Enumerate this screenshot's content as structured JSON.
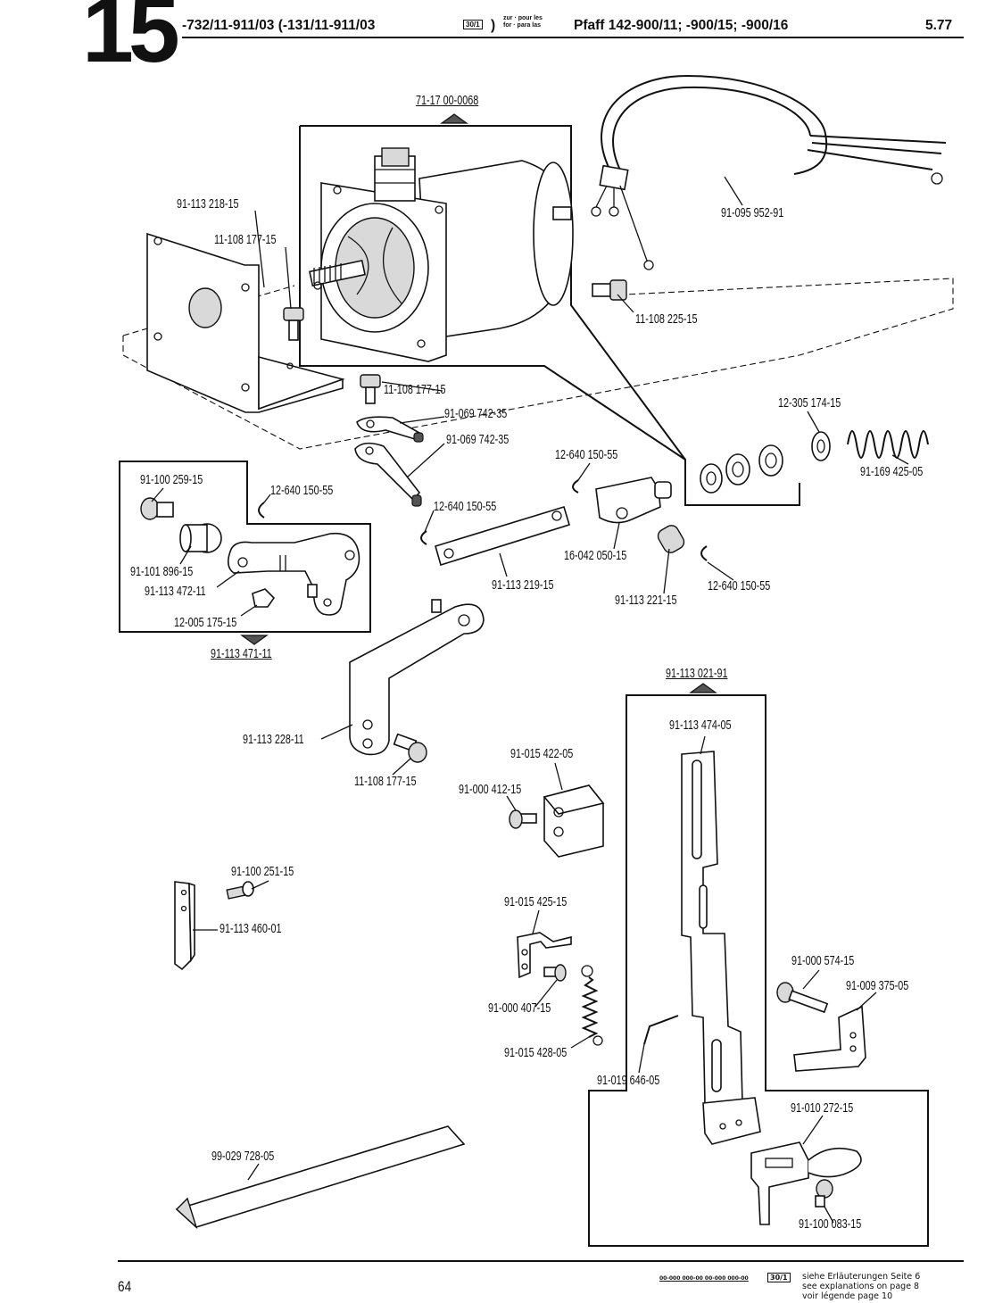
{
  "header": {
    "page_number": "15",
    "code_range": "-732/11-911/03 (-131/11-911/03",
    "ref_box": "30/1",
    "paren_close": ")",
    "for_line1": "zur · pour les",
    "for_line2": "for · para las",
    "model": "Pfaff 142-900/11; -900/15; -900/16",
    "date": "5.77"
  },
  "labels": {
    "motor_assembly": "71-17 00-0068",
    "motor_bracket": "91-113 218-15",
    "screw_a": "11-108 177-15",
    "cable": "91-095 952-91",
    "screw_b": "11-108 225-15",
    "screw_c": "11-108 177-15",
    "lever_a": "91-069 742-35",
    "lever_b": "91-069 742-35",
    "washer": "12-305 174-15",
    "spring": "91-169 425-05",
    "retaining_ring_a": "12-640 150-55",
    "crank_screw": "91-100 259-15",
    "retaining_ring_b": "12-640 150-55",
    "retaining_ring_c": "12-640 150-55",
    "bushing": "91-101 896-15",
    "crank": "91-113 472-11",
    "nut": "12-005 175-15",
    "crank_assembly": "91-113 471-11",
    "clevis": "16-042 050-15",
    "link": "91-113 219-15",
    "pin": "91-113 221-15",
    "retaining_ring_d": "12-640 150-55",
    "angle_lever": "91-113 228-11",
    "screw_d": "11-108 177-15",
    "knife_assembly": "91-113 021-91",
    "knife_carrier": "91-113 474-05",
    "block": "91-015 422-05",
    "block_screw": "91-000 412-15",
    "small_screw": "91-100 251-15",
    "blade": "91-113 460-01",
    "spring_bracket": "91-015 425-15",
    "bracket_screw": "91-000 407-15",
    "tension_spring": "91-015 428-05",
    "wire": "91-019 646-05",
    "guide_screw": "91-000 574-15",
    "guide": "91-009 375-05",
    "knife_holder": "91-010 272-15",
    "holder_screw": "91-100 083-15",
    "triangle_strip": "99-029 728-05"
  },
  "footer": {
    "page": "64",
    "refs": "00-000 000-00   00-000 000-00",
    "ref_box": "30/1",
    "note_de": "siehe Erläuterungen Seite 6",
    "note_en": "see explanations on page 8",
    "note_fr": "voir légende page 10"
  }
}
